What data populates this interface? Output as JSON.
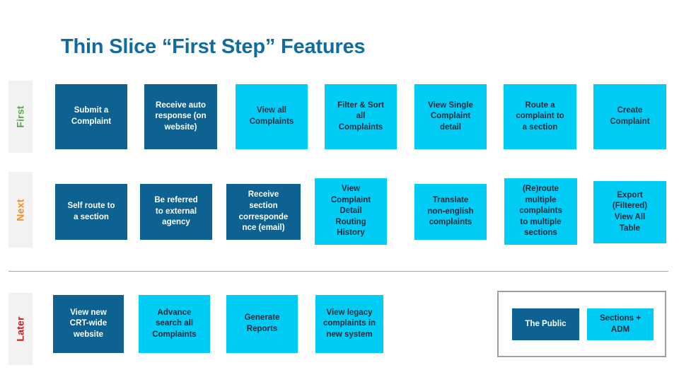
{
  "slide": {
    "title": "Thin Slice “First Step” Features",
    "divider": true
  },
  "colors": {
    "title": "#126B9E",
    "public_card_bg": "#0E6292",
    "public_card_text": "#FFFFFF",
    "section_card_bg": "#00CCF5",
    "section_card_text": "#1B2B3A",
    "phase_strip_bg": "#F2F2F2",
    "phase_first": "#5FA84E",
    "phase_next": "#E8912B",
    "phase_later": "#D3171B",
    "divider": "#A6A6A6",
    "legend_border": "#9E9E9E"
  },
  "rows": [
    {
      "phase_label": "First",
      "cards": [
        {
          "text": "Submit a\nComplaint",
          "type": "public"
        },
        {
          "text": "Receive auto\nresponse (on\nwebsite)",
          "type": "public"
        },
        {
          "text": "View all\nComplaints",
          "type": "section"
        },
        {
          "text": "Filter & Sort\nall\nComplaints",
          "type": "section"
        },
        {
          "text": "View Single\nComplaint\ndetail",
          "type": "section"
        },
        {
          "text": "Route a\ncomplaint to\na section",
          "type": "section"
        },
        {
          "text": "Create\nComplaint",
          "type": "section"
        }
      ]
    },
    {
      "phase_label": "Next",
      "cards": [
        {
          "text": "Self route to\na section",
          "type": "public"
        },
        {
          "text": "Be referred\nto external\nagency",
          "type": "public"
        },
        {
          "text": "Receive\nsection\ncorresponde\nnce  (email)",
          "type": "public"
        },
        {
          "text": "View\nComplaint\nDetail\nRouting\nHistory",
          "type": "section"
        },
        {
          "text": "Translate\nnon-english\ncomplaints",
          "type": "section"
        },
        {
          "text": "(Re)route\nmultiple\ncomplaints\nto multiple\nsections",
          "type": "section"
        },
        {
          "text": "Export\n(Filtered)\nView All\nTable",
          "type": "section"
        }
      ]
    },
    {
      "phase_label": "Later",
      "cards": [
        {
          "text": "View new\nCRT-wide\nwebsite",
          "type": "public"
        },
        {
          "text": "Advance\nsearch all\nComplaints",
          "type": "section"
        },
        {
          "text": "Generate\nReports",
          "type": "section"
        },
        {
          "text": "View legacy\ncomplaints in\nnew system",
          "type": "section"
        }
      ]
    }
  ],
  "legend": {
    "items": [
      {
        "text": "The Public",
        "type": "public"
      },
      {
        "text": "Sections +\nADM",
        "type": "section"
      }
    ]
  }
}
